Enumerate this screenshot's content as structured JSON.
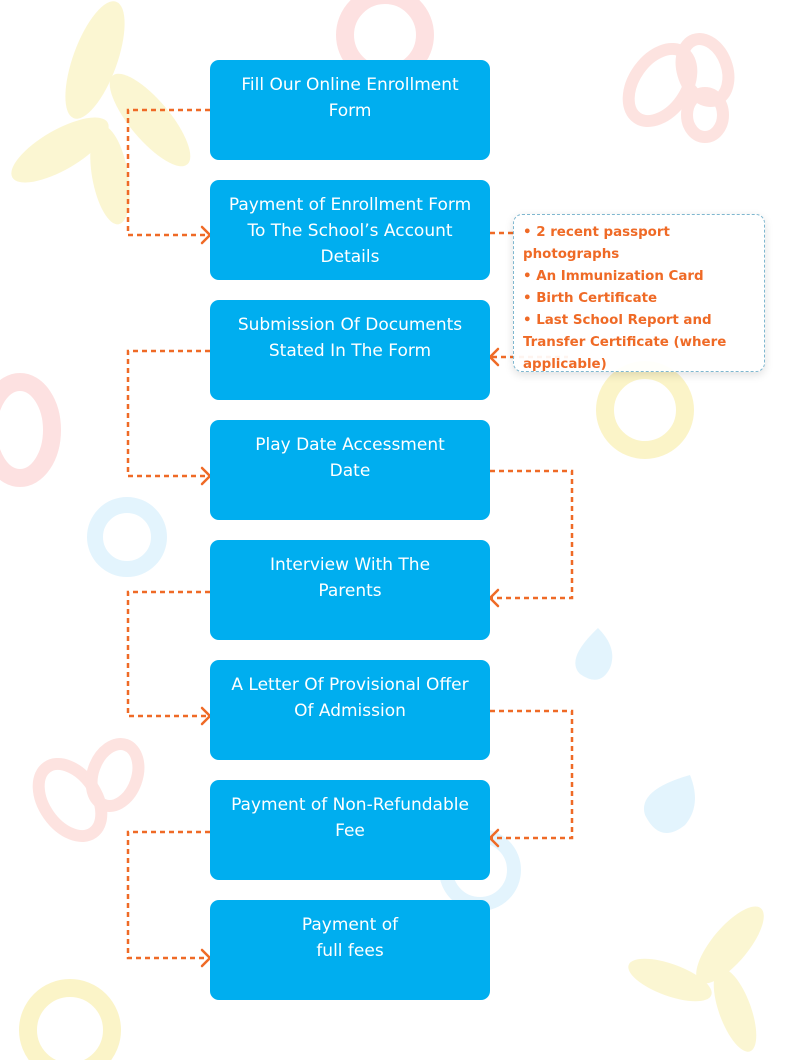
{
  "steps": [
    {
      "label": "Fill Our Online Enrollment\nForm"
    },
    {
      "label": "Payment of Enrollment Form\nTo The School’s Account\nDetails"
    },
    {
      "label": "Submission Of  Documents\nStated In The Form"
    },
    {
      "label": "Play Date Accessment\nDate"
    },
    {
      "label": "Interview With  The\nParents"
    },
    {
      "label": "A Letter Of Provisional Offer\nOf Admission"
    },
    {
      "label": "Payment of Non-Refundable\nFee"
    },
    {
      "label": "Payment of\nfull fees"
    }
  ],
  "documents_note": {
    "items": [
      "• 2 recent passport photographs",
      "• An Immunization Card",
      "• Birth Certificate",
      "• Last School Report and Transfer Certificate (where applicable)"
    ]
  },
  "colors": {
    "step_fill": "#00aeef",
    "connector": "#ef6a26",
    "note_text": "#ef6a26"
  }
}
